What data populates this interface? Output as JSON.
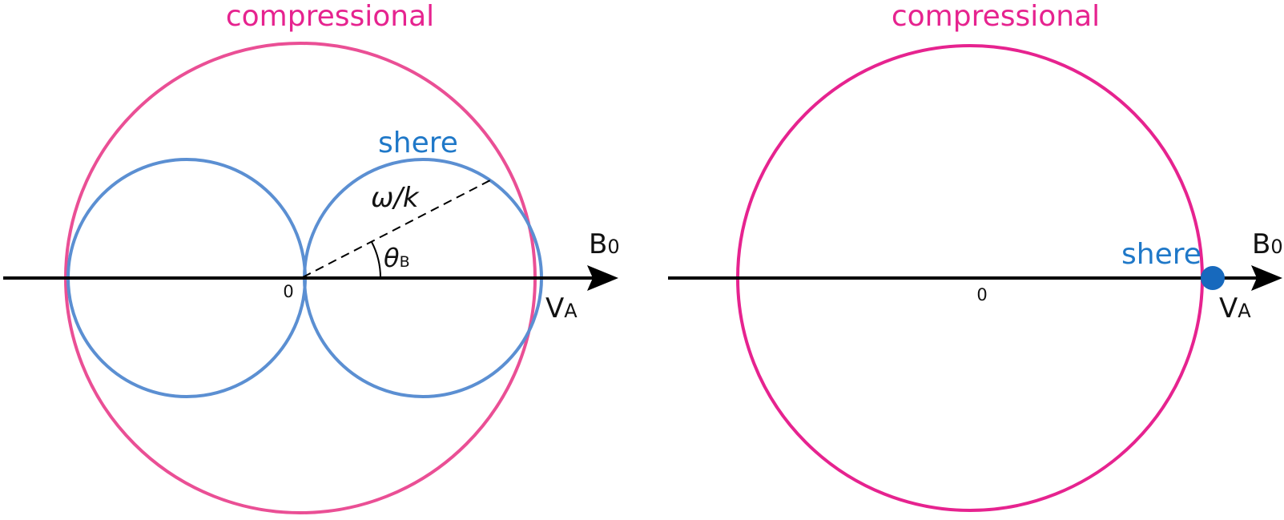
{
  "colors": {
    "compressional": "#e6238f",
    "compressional_left": "#ea4f95",
    "shear": "#5b8fd2",
    "shear_label": "#1f78c8",
    "shear_dot": "#1769bd",
    "axis": "#000000"
  },
  "panels": [
    {
      "compressional_label": "compressional",
      "shear_label": "shere",
      "field_label": "B",
      "field_subscript": "0",
      "alfven_label": "V",
      "alfven_subscript": "A",
      "origin_label": "0",
      "phase_speed_label": "ω/k",
      "angle_label": "θ",
      "angle_subscript": "B"
    },
    {
      "compressional_label": "compressional",
      "shear_label": "shere",
      "field_label": "B",
      "field_subscript": "0",
      "alfven_label": "V",
      "alfven_subscript": "A",
      "origin_label": "0"
    }
  ]
}
